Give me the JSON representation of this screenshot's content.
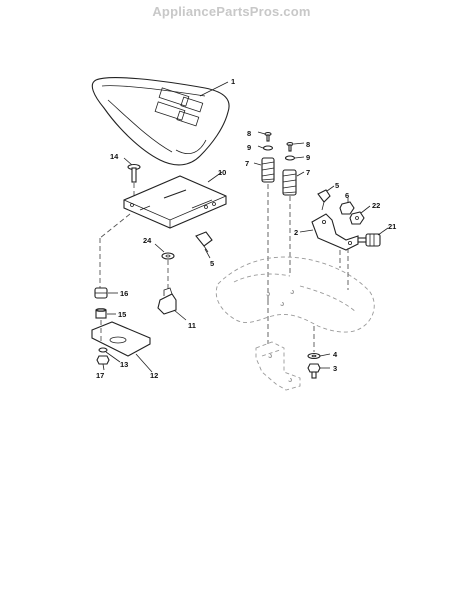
{
  "watermark": "AppliancePartsPros.com",
  "callouts": [
    {
      "id": "c1",
      "label": "1"
    },
    {
      "id": "c8a",
      "label": "8"
    },
    {
      "id": "c8b",
      "label": "8"
    },
    {
      "id": "c9a",
      "label": "9"
    },
    {
      "id": "c9b",
      "label": "9"
    },
    {
      "id": "c7a",
      "label": "7"
    },
    {
      "id": "c7b",
      "label": "7"
    },
    {
      "id": "c14",
      "label": "14"
    },
    {
      "id": "c10",
      "label": "10"
    },
    {
      "id": "c5a",
      "label": "5"
    },
    {
      "id": "c6",
      "label": "6"
    },
    {
      "id": "c22",
      "label": "22"
    },
    {
      "id": "c2",
      "label": "2"
    },
    {
      "id": "c21",
      "label": "21"
    },
    {
      "id": "c24",
      "label": "24"
    },
    {
      "id": "c5b",
      "label": "5"
    },
    {
      "id": "c16",
      "label": "16"
    },
    {
      "id": "c15",
      "label": "15"
    },
    {
      "id": "c11",
      "label": "11"
    },
    {
      "id": "c13",
      "label": "13"
    },
    {
      "id": "c17",
      "label": "17"
    },
    {
      "id": "c12",
      "label": "12"
    },
    {
      "id": "c4",
      "label": "4"
    },
    {
      "id": "c3",
      "label": "3"
    }
  ]
}
